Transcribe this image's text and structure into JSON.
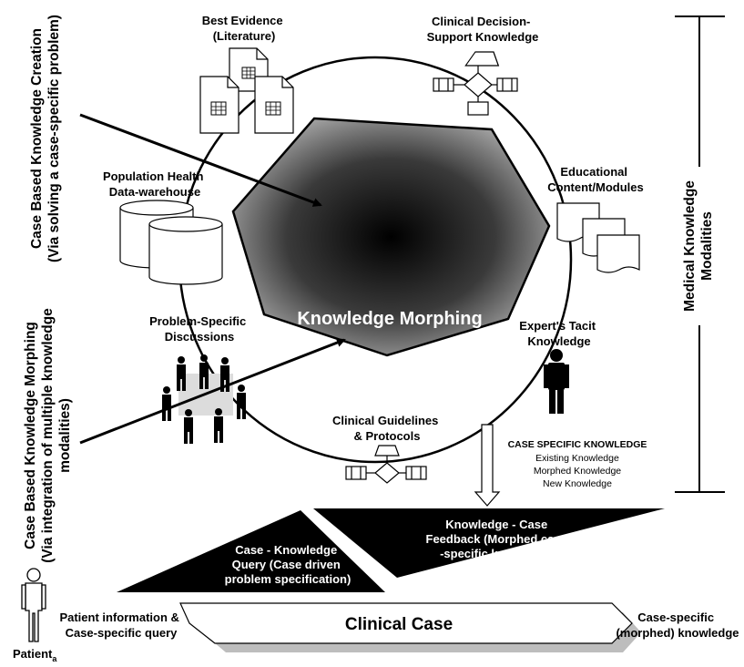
{
  "core": {
    "title": "Knowledge Morphing"
  },
  "modalities": {
    "best_evidence": [
      "Best Evidence",
      "(Literature)"
    ],
    "decision_support": [
      "Clinical Decision-",
      "Support Knowledge"
    ],
    "educational": [
      "Educational",
      "Content/Modules"
    ],
    "population_health": [
      "Population Health",
      "Data-warehouse"
    ],
    "expert_tacit": [
      "Expert's Tacit",
      "Knowledge"
    ],
    "discussions": [
      "Problem-Specific",
      "Discussions"
    ],
    "guidelines": [
      "Clinical Guidelines",
      "& Protocols"
    ]
  },
  "left_labels": {
    "creation": [
      "Case Based Knowledge Creation",
      "(Via solving a case-specific problem)"
    ],
    "morphing": [
      "Case Based Knowledge Morphing",
      "(Via integration of multiple knowledge",
      "modalities)"
    ]
  },
  "right_label": [
    "Medical Knowledge",
    "Modalities"
  ],
  "case_specific": {
    "heading": "CASE SPECIFIC KNOWLEDGE",
    "items": [
      "Existing Knowledge",
      "Morphed Knowledge",
      "New Knowledge"
    ]
  },
  "query": [
    "Case - Knowledge",
    "Query (Case driven",
    "problem specification)"
  ],
  "feedback": [
    "Knowledge - Case",
    "Feedback (Morphed case",
    "-specific knowledge)"
  ],
  "clinical_case": {
    "title": "Clinical Case"
  },
  "patient": {
    "name": "Patient",
    "subscript": "a",
    "input": [
      "Patient information &",
      "Case-specific query"
    ]
  },
  "output": [
    "Case-specific",
    "(morphed) knowledge"
  ]
}
